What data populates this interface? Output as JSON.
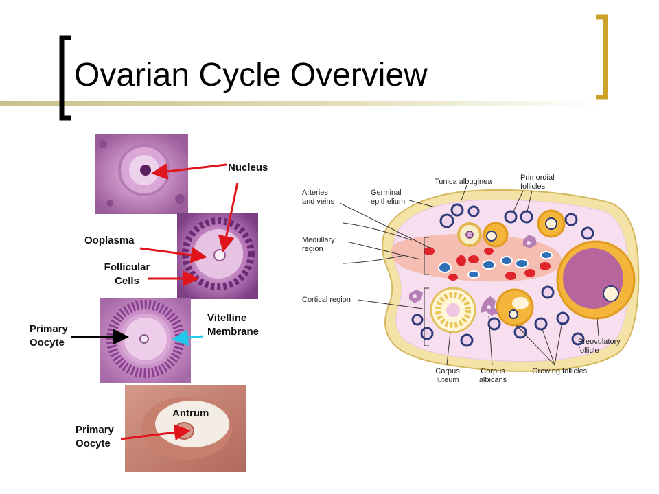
{
  "slide": {
    "title": "Ovarian Cycle Overview",
    "accent_color": "#C9A227",
    "bracket_color": "#000000"
  },
  "micrographs": {
    "labels": {
      "nucleus": "Nucleus",
      "ooplasma": "Ooplasma",
      "follicular_1": "Follicular",
      "follicular_2": "Cells",
      "primary_oocyte_a_1": "Primary",
      "primary_oocyte_a_2": "Oocyte",
      "vitelline_1": "Vitelline",
      "vitelline_2": "Membrane",
      "antrum": "Antrum",
      "primary_oocyte_b_1": "Primary",
      "primary_oocyte_b_2": "Oocyte"
    }
  },
  "ovary_diagram": {
    "labels": {
      "arteries_1": "Arteries",
      "arteries_2": "and veins",
      "germinal_1": "Germinal",
      "germinal_2": "epithelium",
      "tunica": "Tunica albuginea",
      "primordial_1": "Primordial",
      "primordial_2": "follicles",
      "medullary_1": "Medullary",
      "medullary_2": "region",
      "cortical": "Cortical region",
      "corpus_luteum_1": "Corpus",
      "corpus_luteum_2": "luteum",
      "corpus_albicans_1": "Corpus",
      "corpus_albicans_2": "albicans",
      "growing": "Growing follicles",
      "preovulatory_1": "Preovulatory",
      "preovulatory_2": "follicle"
    }
  }
}
